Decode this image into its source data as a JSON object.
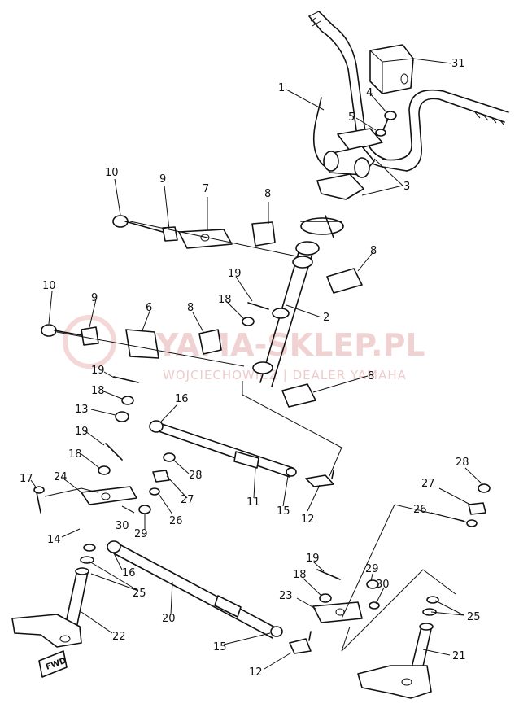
{
  "watermark": {
    "main": "YAMA-SKLEP.PL",
    "sub": "WOJCIECHOWICZ | DEALER YAMAHA"
  },
  "fwd_label": "FWD",
  "labels": {
    "l1": "1",
    "l2": "2",
    "l3": "3",
    "l4": "4",
    "l5": "5",
    "l6": "6",
    "l7": "7",
    "l8a": "8",
    "l8b": "8",
    "l8c": "8",
    "l8d": "8",
    "l9a": "9",
    "l9b": "9",
    "l10a": "10",
    "l10b": "10",
    "l11": "11",
    "l12a": "12",
    "l12b": "12",
    "l13": "13",
    "l14": "14",
    "l15a": "15",
    "l15b": "15",
    "l16a": "16",
    "l16b": "16",
    "l17": "17",
    "l18a": "18",
    "l18b": "18",
    "l18c": "18",
    "l18d": "18",
    "l19a": "19",
    "l19b": "19",
    "l19c": "19",
    "l19d": "19",
    "l20": "20",
    "l21": "21",
    "l22": "22",
    "l23": "23",
    "l24": "24",
    "l25a": "25",
    "l25b": "25",
    "l26a": "26",
    "l26b": "26",
    "l27a": "27",
    "l27b": "27",
    "l28a": "28",
    "l28b": "28",
    "l29a": "29",
    "l29b": "29",
    "l30a": "30",
    "l30b": "30",
    "l31": "31"
  }
}
